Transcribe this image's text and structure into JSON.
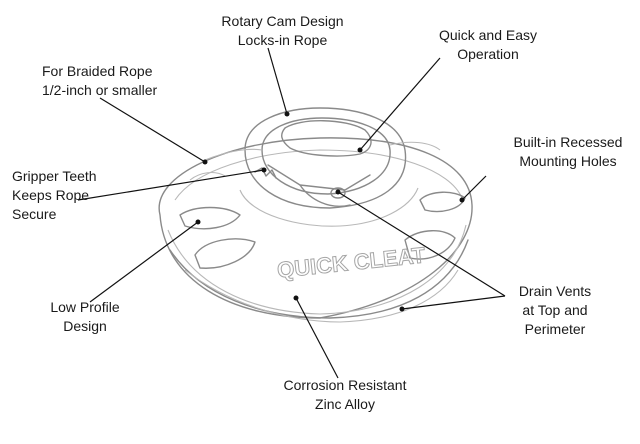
{
  "callouts": {
    "rotary_cam": "Rotary Cam Design\nLocks-in Rope",
    "quick_easy": "Quick and Easy\nOperation",
    "braided_rope": "For Braided Rope\n1/2-inch or smaller",
    "recessed_holes": "Built-in Recessed\nMounting Holes",
    "gripper_teeth": "Gripper Teeth\nKeeps Rope\nSecure",
    "low_profile": "Low Profile\nDesign",
    "drain_vents": "Drain Vents\nat Top and\nPerimeter",
    "corrosion": "Corrosion Resistant\nZinc Alloy"
  },
  "product": {
    "embossed_text": "QUICK CLEAT"
  },
  "colors": {
    "sketch": "#8a8a8a",
    "leader": "#111111",
    "text": "#1a1a1a",
    "background": "#ffffff"
  }
}
